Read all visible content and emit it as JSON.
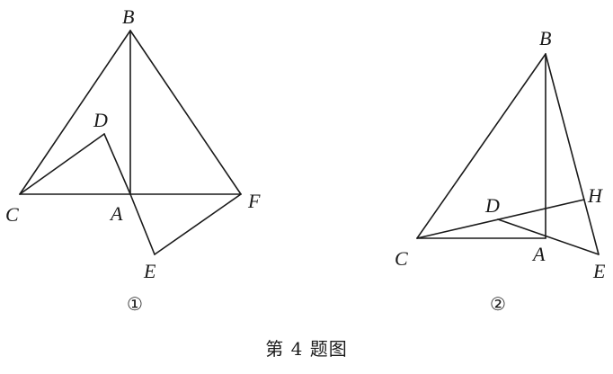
{
  "figures": [
    {
      "label": "①",
      "points": {
        "B": "B",
        "D": "D",
        "C": "C",
        "A": "A",
        "F": "F",
        "E": "E"
      }
    },
    {
      "label": "②",
      "points": {
        "B": "B",
        "D": "D",
        "H": "H",
        "C": "C",
        "A": "A",
        "E": "E"
      }
    }
  ],
  "caption": "第 4 题图"
}
